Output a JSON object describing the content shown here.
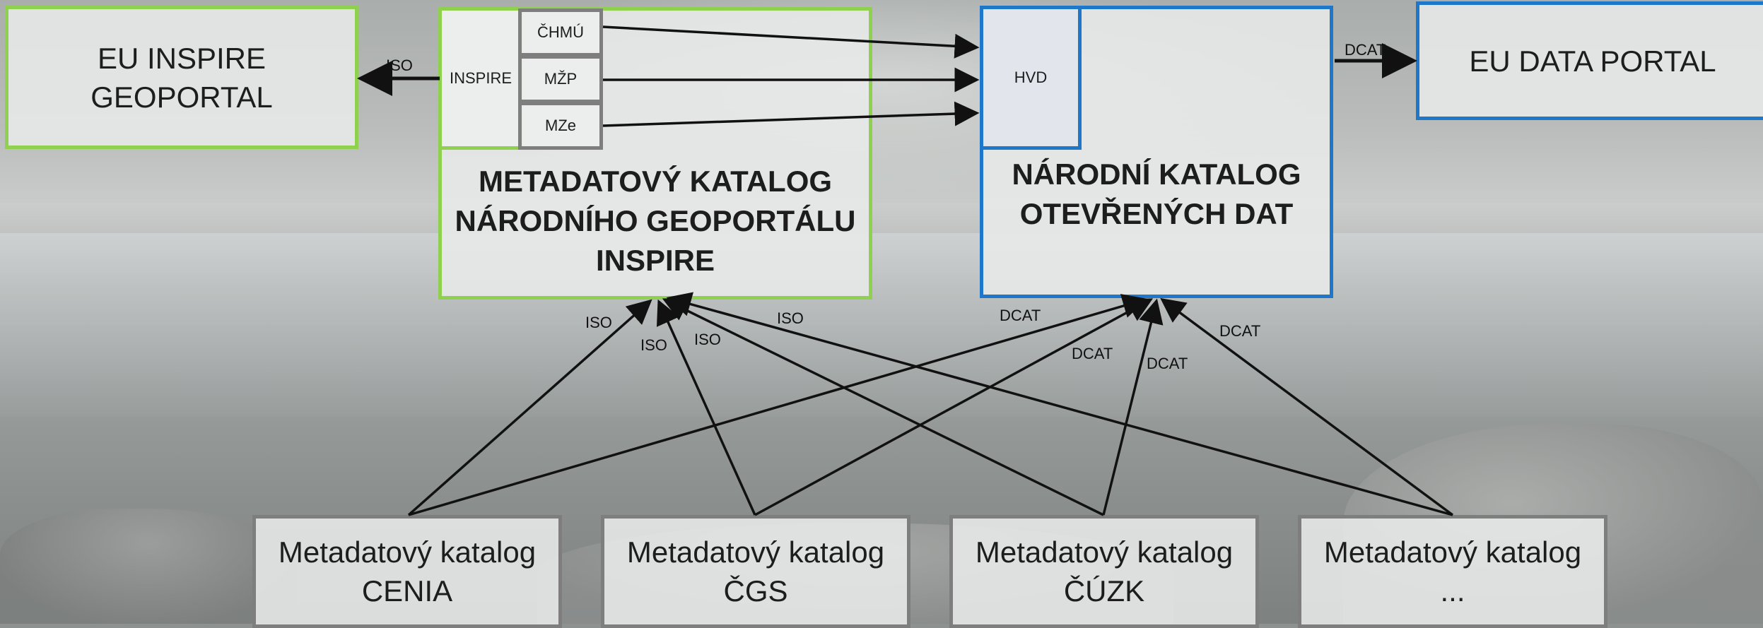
{
  "boxes": {
    "eu_inspire": "EU INSPIRE\nGEOPORTAL",
    "inspire_label": "INSPIRE",
    "chmu": "ČHMÚ",
    "mzp": "MŽP",
    "mze": "MZe",
    "geoportal_catalog": "METADATOVÝ KATALOG\nNÁRODNÍHO GEOPORTÁLU\nINSPIRE",
    "hvd": "HVD",
    "nkod": "NÁRODNÍ KATALOG\nOTEVŘENÝCH DAT",
    "eu_data_portal": "EU DATA PORTAL",
    "cenia": "Metadatový katalog\nCENIA",
    "cgs": "Metadatový katalog\nČGS",
    "cuzk": "Metadatový katalog\nČÚZK",
    "other": "Metadatový katalog\n..."
  },
  "edge_labels": {
    "iso_top": "ISO",
    "dcat_top": "DCAT",
    "iso_cenia": "ISO",
    "iso_cgs": "ISO",
    "iso_cuzk": "ISO",
    "iso_other": "ISO",
    "dcat_cenia": "DCAT",
    "dcat_cgs": "DCAT",
    "dcat_cuzk": "DCAT",
    "dcat_other": "DCAT"
  },
  "colors": {
    "inspire_green": "#8fd14f",
    "open_data_blue": "#1f77c9",
    "catalog_grey": "#7e7e7e"
  }
}
